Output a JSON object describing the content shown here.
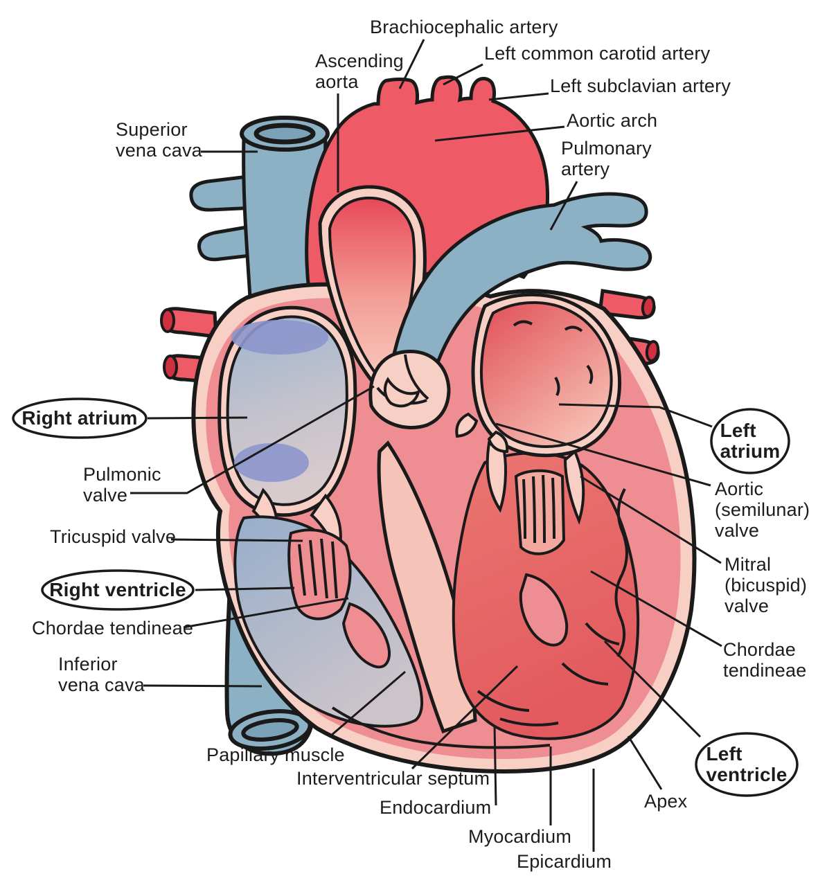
{
  "diagram": {
    "type": "anatomical-diagram",
    "subject": "Human heart, internal anatomy (frontal section)",
    "labels": {
      "brachiocephalic_artery": "Brachiocephalic artery",
      "ascending_aorta": "Ascending\naorta",
      "left_common_carotid_artery": "Left common carotid artery",
      "left_subclavian_artery": "Left subclavian artery",
      "aortic_arch": "Aortic arch",
      "pulmonary_artery": "Pulmonary\nartery",
      "superior_vena_cava": "Superior\nvena cava",
      "right_atrium": "Right atrium",
      "pulmonic_valve": "Pulmonic\nvalve",
      "tricuspid_valve": "Tricuspid valve",
      "right_ventricle": "Right ventricle",
      "chordae_tendineae_rv": "Chordae tendineae",
      "inferior_vena_cava": "Inferior\nvena cava",
      "papillary_muscle": "Papillary muscle",
      "interventricular_septum": "Interventricular septum",
      "endocardium": "Endocardium",
      "myocardium": "Myocardium",
      "epicardium": "Epicardium",
      "left_atrium": "Left\natrium",
      "aortic_semilunar_valve": "Aortic\n(semilunar)\nvalve",
      "mitral_bicuspid_valve": "Mitral\n(bicuspid)\nvalve",
      "chordae_tendineae_lv": "Chordae\ntendineae",
      "left_ventricle": "Left\nventricle",
      "apex": "Apex"
    },
    "colors": {
      "artery_red": "#ee5a65",
      "artery_cap_red": "#cf3040",
      "vein_blue": "#8cb0c4",
      "heart_wall_pink": "#ef8e92",
      "inner_lining_pink": "#f8cfc5",
      "chamber_blue_gray": "#aebdd2",
      "valve_purple": "#8d96cc",
      "outline_black": "#1a1a1a",
      "background": "#ffffff"
    }
  }
}
